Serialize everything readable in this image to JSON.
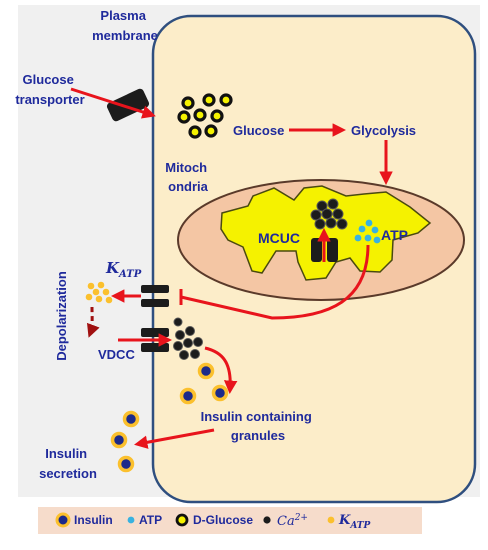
{
  "labels": {
    "plasma_membrane": [
      "Plasma",
      "membrane"
    ],
    "glucose_transporter": [
      "Glucose",
      "transporter"
    ],
    "glucose": "Glucose",
    "glycolysis": "Glycolysis",
    "mitochondria": [
      "Mitoch",
      "ondria"
    ],
    "mcuc": "MCUC",
    "atp": "ATP",
    "katp_base": "K",
    "katp_sub": "ATP",
    "depolarization": "Depolarization",
    "vdcc": "VDCC",
    "insulin_granules": [
      "Insulin containing",
      "granules"
    ],
    "insulin_secretion": [
      "Insulin",
      "secretion"
    ]
  },
  "legend": {
    "insulin": "Insulin",
    "atp": "ATP",
    "d_glucose": "D-Glucose",
    "ca_base": "Ca",
    "ca_sup": "2+",
    "katp_base": "K",
    "katp_sub": "ATP"
  },
  "colors": {
    "membrane_region": "#f0f0f0",
    "cell_fill": "#fcedc9",
    "cell_stroke": "#2f4f7f",
    "mito_fill": "#f4c6a4",
    "mito_matrix": "#f5f200",
    "arrow": "#e8141c",
    "text": "#1f2a9c",
    "atp_dot": "#38b2e0",
    "katp_dot": "#fbc02d",
    "legend_bg": "#f6dccb"
  }
}
